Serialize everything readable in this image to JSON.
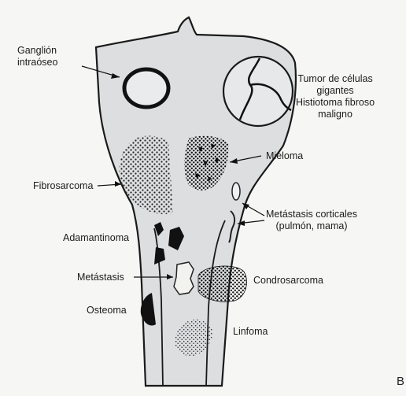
{
  "labels": {
    "ganglion": [
      "Ganglión",
      "intraóseo"
    ],
    "tumor": [
      "Tumor de células",
      "gigantes",
      "Histiotoma fibroso",
      "maligno"
    ],
    "mieloma": "Mieloma",
    "fibrosarcoma": "Fibrosarcoma",
    "metastasis_corticales": [
      "Metástasis corticales",
      "(pulmón, mama)"
    ],
    "adamantinoma": "Adamantinoma",
    "metastasis": "Metástasis",
    "condrosarcoma": "Condrosarcoma",
    "osteoma": "Osteoma",
    "linfoma": "Linfoma"
  },
  "corner_letter": "B",
  "colors": {
    "bone": "#dcdee0",
    "outline": "#1a1a1a",
    "background": "#f6f6f4"
  }
}
